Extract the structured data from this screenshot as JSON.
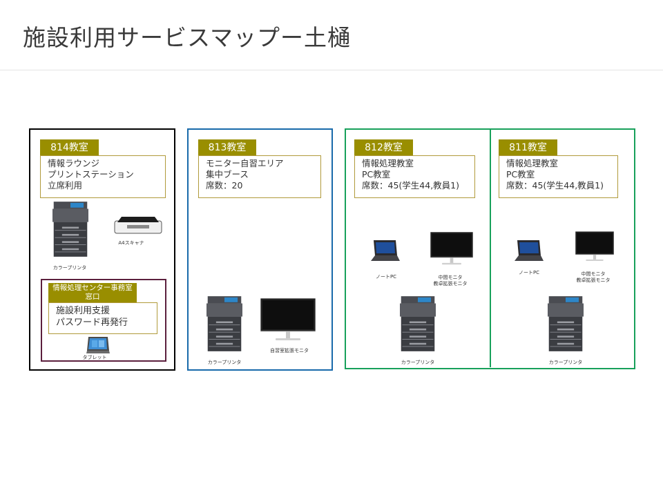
{
  "title": "施設利用サービスマップー土樋",
  "rooms": {
    "r814": {
      "tag": "814教室",
      "lines": [
        "情報ラウンジ",
        "プリントステーション",
        "立席利用"
      ],
      "captions": {
        "printer": "カラープリンタ",
        "scanner": "A4スキャナ"
      },
      "desk": {
        "tag": [
          "情報処理センター事務室",
          "窓口"
        ],
        "lines": [
          "施設利用支援",
          "パスワード再発行"
        ],
        "tablet": "タブレット"
      }
    },
    "r813": {
      "tag": "813教室",
      "lines": [
        "モニター自習エリア",
        "集中ブース",
        "席数：20"
      ],
      "captions": {
        "printer": "カラープリンタ",
        "monitor": "自習室拡張モニタ"
      }
    },
    "r812": {
      "tag": "812教室",
      "lines": [
        "情報処理教室",
        "PC教室",
        "席数：45(学生44,教員1)"
      ],
      "captions": {
        "laptop": "ノートPC",
        "monitor": [
          "中間モニタ",
          "教卓拡張モニタ"
        ],
        "printer": "カラープリンタ"
      }
    },
    "r811": {
      "tag": "811教室",
      "lines": [
        "情報処理教室",
        "PC教室",
        "席数：45(学生44,教員1)"
      ],
      "captions": {
        "laptop": "ノートPC",
        "monitor": [
          "中間モニタ",
          "教卓拡張モニタ"
        ],
        "printer": "カラープリンタ"
      }
    }
  },
  "colors": {
    "tag": "#998e00",
    "desc_border": "#b09a3a",
    "room_814": "#000000",
    "room_813": "#1769aa",
    "room_812_811": "#17a05a",
    "service_desk": "#5b1f3d"
  },
  "icons": [
    "printer-icon",
    "scanner-icon",
    "tablet-icon",
    "monitor-icon",
    "laptop-icon"
  ]
}
